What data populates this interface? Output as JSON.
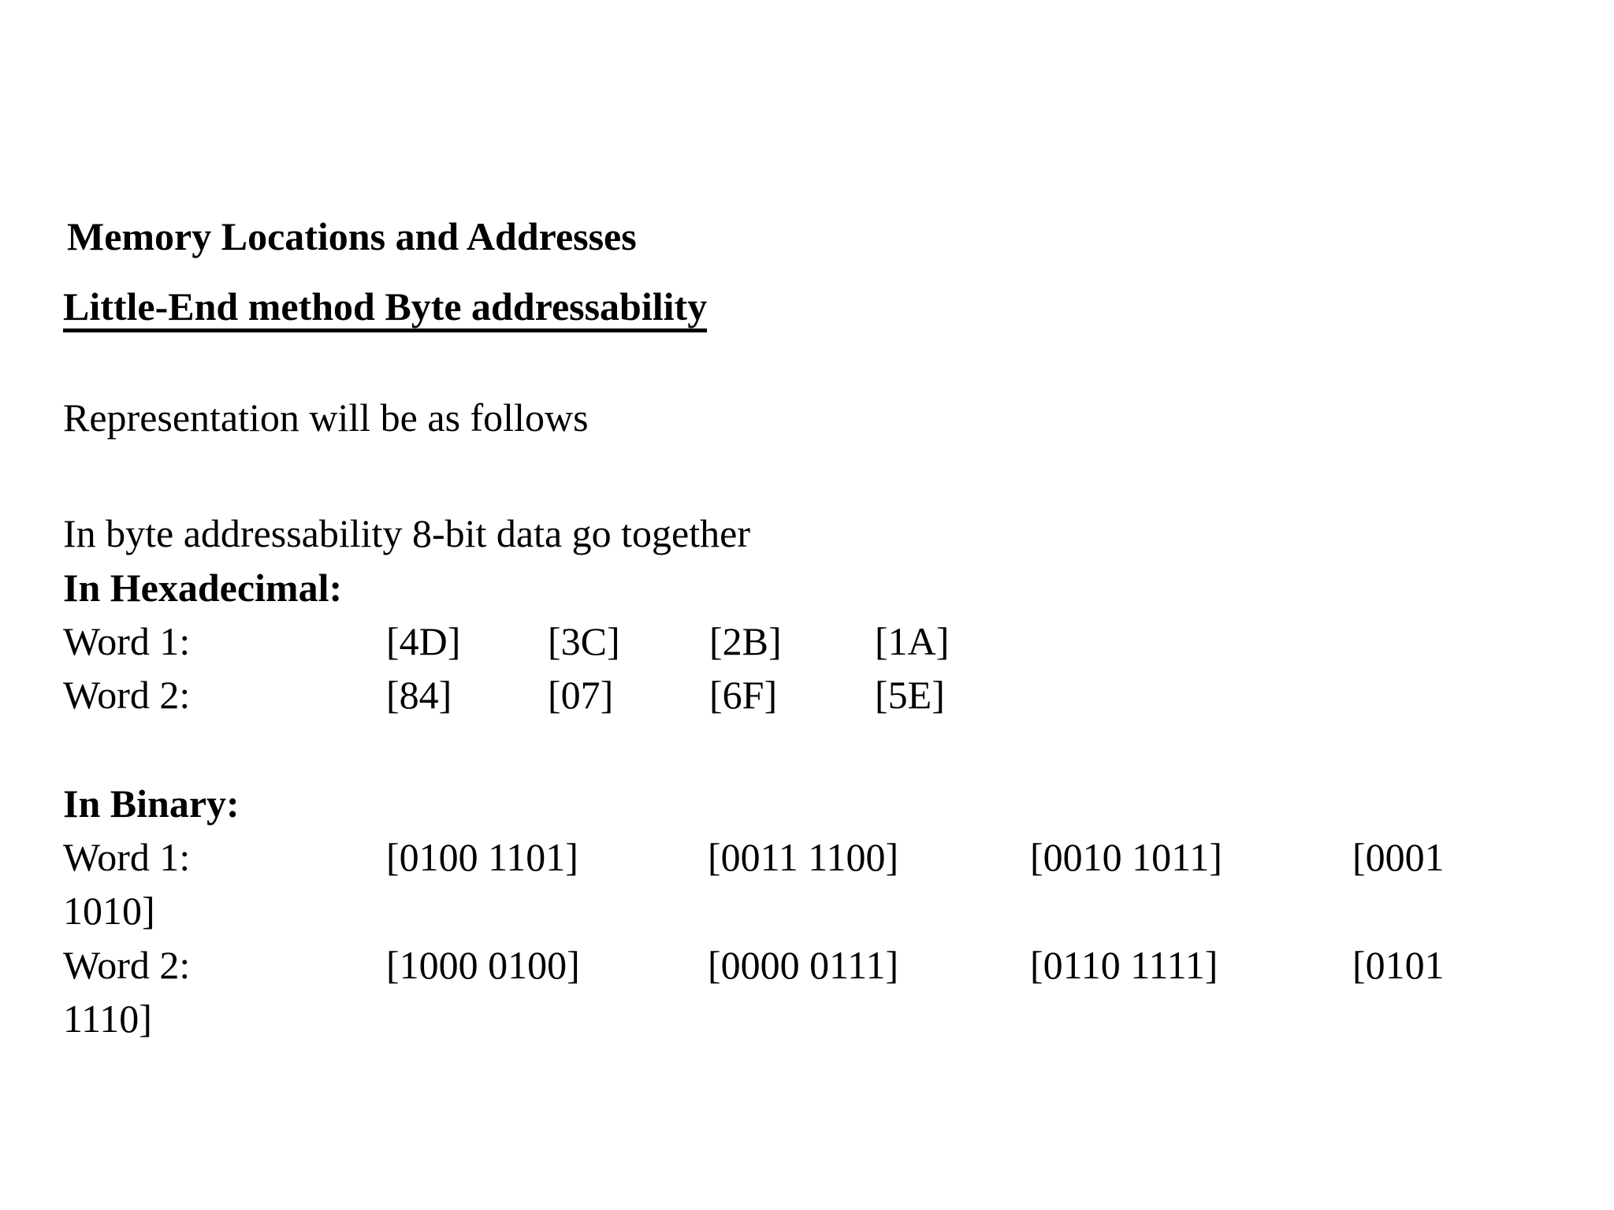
{
  "page": {
    "background_color": "#ffffff",
    "text_color": "#000000"
  },
  "title": "Memory Locations and Addresses",
  "heading": "Little-End method Byte addressability",
  "intro": "Representation will be as follows",
  "body_line": "In byte addressability 8-bit data go together",
  "hex_section": {
    "label": "In Hexadecimal:",
    "rows": [
      {
        "label": "Word 1:",
        "cells": [
          "[4D]",
          "[3C]",
          "[2B]",
          "[1A]"
        ]
      },
      {
        "label": "Word 2:",
        "cells": [
          "[84]",
          "[07]",
          "[6F]",
          "[5E]"
        ]
      }
    ]
  },
  "binary_section": {
    "label": "In Binary:",
    "rows": [
      {
        "label": "Word 1:",
        "cells": [
          "[0100 1101]",
          "[0011 1100]",
          "[0010 1011]",
          "[0001"
        ],
        "wrap": "1010]"
      },
      {
        "label": "Word 2:",
        "cells": [
          "[1000 0100]",
          "[0000 0111]",
          "[0110 1111]",
          "[0101"
        ],
        "wrap": "1110]"
      }
    ]
  }
}
